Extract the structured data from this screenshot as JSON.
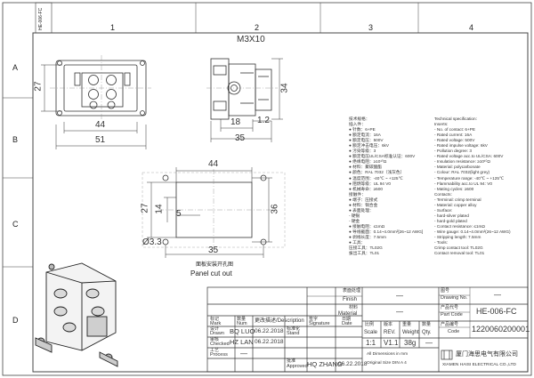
{
  "zones": {
    "top": [
      "1",
      "2",
      "3",
      "4"
    ],
    "side": [
      "A",
      "B",
      "C",
      "D"
    ]
  },
  "corner_tag": "HE-006-FC",
  "thread": "M3X10",
  "dims": {
    "front": {
      "h27": "27",
      "w44": "44",
      "w51": "51"
    },
    "side": {
      "h34": "34",
      "w18": "18",
      "w1_2": "1.2",
      "w35": "35"
    },
    "cutout": {
      "w44": "44",
      "h27": "27",
      "h14": "14",
      "h5": "5",
      "h36": "36",
      "d3_3": "Ø3.3",
      "w35": "35"
    }
  },
  "cutout_caption_cn": "面板安装开孔图",
  "cutout_caption_en": "Panel cut out",
  "specs_cn": [
    "技术规格：",
    "插入件：",
    "● 针数：6+PE",
    "● 额定电流：16A",
    "● 额定电压：500V",
    "● 额定冲击电压：6kV",
    "● 污染等级：3",
    "● 额定电压UL/CSA标准认证：600V",
    "● 绝缘电阻：≥10¹⁰Ω",
    "● 材料：聚碳酸酯",
    "● 颜色：RAL 7032（浅灰色）",
    "● 温度范围：-40℃ ~ +125℃",
    "● 阻燃等级：UL 94 V0",
    "● 机械寿命：≥500",
    "接触件：",
    "● 端子：压接式",
    "● 材料：铜合金",
    "● 表面处理：",
    "    - 硬银",
    "    - 硬金",
    "● 接触电阻：≤1mΩ",
    "● 导线截面：0.14~4.0mm²[26~12 AWG]",
    "● 剥线长度：7.5mm",
    "● 工具：",
    "    压接工具：TL02G",
    "    拔出工具：TL01"
  ],
  "specs_en": [
    "Technical specification:",
    "Inserts:",
    "- No. of contact: 6+PE",
    "- Rated current: 16A",
    "- Rated voltage: 500V",
    "- Rated impulse voltage: 6kV",
    "- Pollution degree: 3",
    "- Rated voltage acc.to UL/CSA: 600V",
    "- Insulation resistance: ≥10¹⁰Ω",
    "- Material: polycarbonate",
    "- Colour: RAL 7032(light grey)",
    "- Temperature range: -40℃ ~ +125℃",
    "- Flammability acc.to UL 94: V0",
    "- Mating cycles: ≥500",
    "Contacts:",
    "- Terminal: crimp terminal",
    "- Material: copper alloy",
    "- Surface:",
    "    - hard-silver plated",
    "    - hard-gold plated",
    "- Contact resistance: ≤1mΩ",
    "- Wire gauge: 0.14~4.0mm²(26~12 AWG)",
    "- Stripping length: 7.5mm",
    "- Tools:",
    "    Crimp contact tool: TL02G",
    "    Contact removal tool: TL01"
  ],
  "title_block": {
    "finish_cn": "表面处理",
    "finish_en": "Finish",
    "finish_val": "—",
    "material_cn": "材料",
    "material_en": "Material",
    "material_val": "—",
    "drawing_no_cn": "图号",
    "drawing_no_en": "Drawing No.",
    "drawing_no_val": "—",
    "part_code_cn": "产品代号",
    "part_code_en": "Part Code",
    "part_code_val": "HE-006-FC",
    "code_cn": "产品编号",
    "code_en": "Code",
    "code_val": "1220060200001",
    "mark_cn": "标记",
    "mark_en": "Mark",
    "num_cn": "数量",
    "num_en": "Num",
    "desc_cn": "更改描述",
    "desc_en": "Description",
    "sign_cn": "签字",
    "sign_en": "Signature",
    "date_cn": "日期",
    "date_en": "Date",
    "drawn_cn": "设计",
    "drawn_en": "Drawn",
    "drawn_by": "BQ LUO",
    "drawn_date": "06.22.2018",
    "checked_cn": "审核",
    "checked_en": "Checked",
    "checked_by": "HZ LAN",
    "checked_date": "06.22.2018",
    "process_cn": "工艺",
    "process_en": "Process",
    "process_by": "—",
    "approved_cn": "批准",
    "approved_en": "Approved",
    "approved_by": "HQ ZHANG",
    "approved_date": "06.22.2018",
    "standard_cn": "标准化",
    "standard_en": "Stand",
    "scale_cn": "比例",
    "scale_en": "Scale",
    "scale_val": "1:1",
    "rev_cn": "版本",
    "rev_en": "REV.",
    "rev_val": "V1.1",
    "weight_cn": "重量",
    "weight_en": "Weight",
    "weight_val": "38g",
    "qty_cn": "数量",
    "qty_en": "Qty.",
    "qty_val": "—",
    "units_note_1": "All Dimensions in mm",
    "units_note_2": "Original Size DIN A 4",
    "company_cn": "厦门海思电气有限公司",
    "company_en": "XIAMEN HAISI ELECTRICAL CO.,LTD"
  }
}
